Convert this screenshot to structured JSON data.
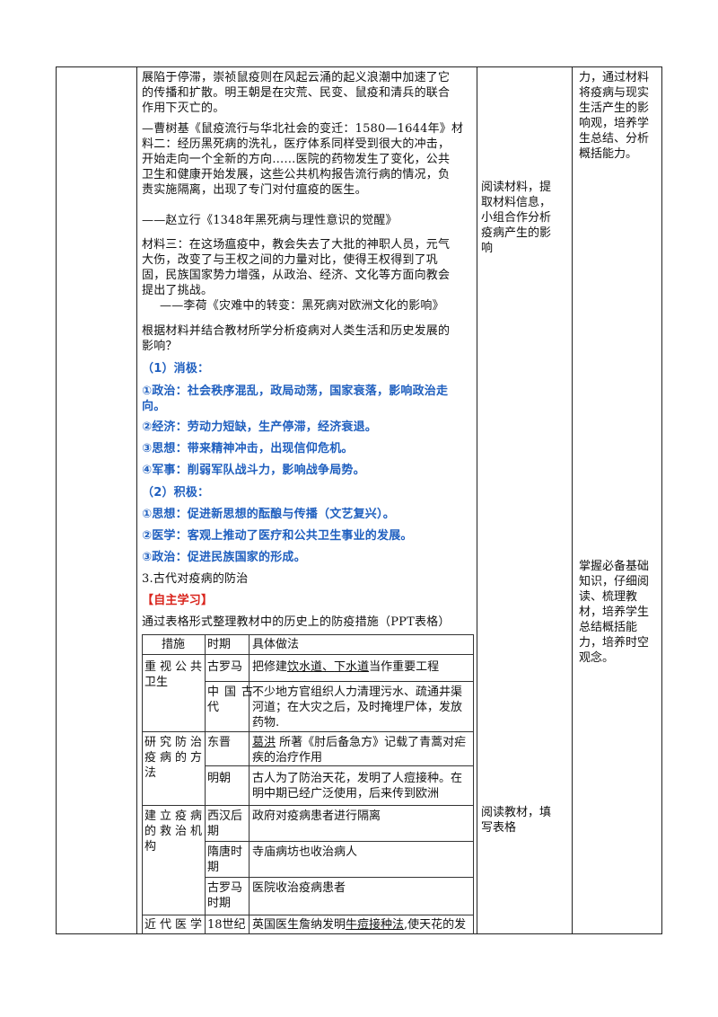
{
  "col2": {
    "lines_a": [
      "展陷于停滞，崇祯鼠疫则在风起云涌的起义浪潮中加速了它",
      "的传播和扩散。明王朝是在灾荒、民变、鼠疫和清兵的联合",
      "作用下灭亡的。"
    ],
    "src1": "—曹树基《鼠疫流行与华北社会的变迁：1580—1644年》材",
    "lines_b": [
      "料二：经历黑死病的洗礼，医疗体系同样受到很大的冲击，",
      "开始走向一个全新的方向……医院的药物发生了变化，公共",
      "卫生和健康开始发展，这些公共机构报告流行病的情况，负",
      "责实施隔离，出现了专门对付瘟疫的医生。"
    ],
    "src2": "——赵立行《1348年黑死病与理性意识的觉醒》",
    "lines_c": [
      "材料三：在这场瘟疫中，教会失去了大批的神职人员，元气",
      "大伤，改变了与王权之间的力量对比，使得王权得到了巩",
      "固，民族国家势力增强，从政治、经济、文化等方面向教会",
      "提出了挑战。"
    ],
    "src3": "——李荷《灾难中的转变：黑死病对欧洲文化的影响》",
    "question": [
      "根据材料并结合教材所学分析疫病对人类生活和历史发展的",
      "影响？"
    ],
    "neg_title": "（1）消极：",
    "neg": [
      "①政治：社会秩序混乱，政局动荡，国家衰落，影响政治走",
      "向。",
      "②经济：劳动力短缺，生产停滞，经济衰退。",
      "③思想：带来精神冲击，出现信仰危机。",
      "④军事：削弱军队战斗力，影响战争局势。"
    ],
    "pos_title": "（2）积极：",
    "pos": [
      "①思想：促进新思想的酝酿与传播（文艺复兴）。",
      "②医学：客观上推动了医疗和公共卫生事业的发展。",
      "③政治：促进民族国家的形成。"
    ],
    "sec3": "3.古代对疫病的防治",
    "self_study": "【自主学习】",
    "instruction": "通过表格形式整理教材中的历史上的防疫措施（PPT表格）"
  },
  "table": {
    "headers": [
      "措施",
      "时期",
      "具体做法"
    ],
    "m1": [
      "重视公共",
      "卫生"
    ],
    "p1": "古罗马",
    "d1_a": "把修建",
    "d1_u1": "饮水道",
    "d1_b": "、",
    "d1_u2": "下水道",
    "d1_c": "当作重要工程",
    "p2": [
      "中国古",
      "代"
    ],
    "d2": [
      "不少地方官组织人力清理污水、疏通井渠",
      "河道；在大灾之后，及时掩埋尸体，发放",
      "药物."
    ],
    "m2": [
      "研究防治",
      "疫病的方",
      "法"
    ],
    "p3": "东晋",
    "d3_u": "葛洪",
    "d3": [
      "所著《肘后备急方》记载了青蒿对疟",
      "疾的治疗作用"
    ],
    "p4": "明朝",
    "d4": [
      "古人为了防治天花，发明了人痘接种。在",
      "明中期已经广泛使用，后来传到欧洲"
    ],
    "m3": [
      "建立疫病",
      "的救治机",
      "构"
    ],
    "p5": [
      "西汉后",
      "期"
    ],
    "d5": "政府对疫病患者进行隔离",
    "p6": [
      "隋唐时",
      "期"
    ],
    "d6": "寺庙病坊也收治病人",
    "p7": [
      "古罗马",
      "时期"
    ],
    "d7": "医院收治疫病患者",
    "m4": "近代医学",
    "p8": "18世纪",
    "d8_a": "英国医生詹纳发明",
    "d8_u": "牛痘接种法",
    "d8_b": ",使天花的发"
  },
  "col3": {
    "a": [
      "阅读材料，提",
      "取材料信息，",
      "小组合作分析",
      "疫病产生的影",
      "响"
    ],
    "b": [
      "阅读教材，填",
      "写表格"
    ]
  },
  "col4": {
    "a": [
      "力，通过材料",
      "将疫病与现实",
      "生活产生的影",
      "响观，培养学",
      "生总结、分析",
      "概括能力。"
    ],
    "b": [
      "掌握必备基础",
      "知识，仔细阅",
      "读、梳理教",
      "材，培养学生",
      "总结概括能",
      "力，培养时空",
      "观念。"
    ]
  }
}
